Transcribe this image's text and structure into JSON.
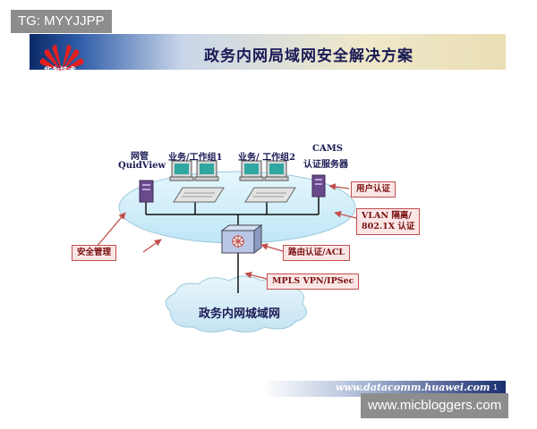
{
  "watermarks": {
    "top_left": "TG: MYYJJPP",
    "bottom_right": "www.micbloggers.com"
  },
  "slide": {
    "title": "政务内网局域网安全解决方案",
    "logo_text": "华为技术",
    "footer_url": "www.datacomm.huawei.com",
    "page_number": "1",
    "colors": {
      "header_dark": "#0a2a66",
      "lan_ellipse": "#cdeef9",
      "callout_border": "#c0504d",
      "callout_fill": "#fbe6e6"
    }
  },
  "diagram": {
    "nodes": {
      "mgmt_line1": "网管",
      "mgmt_line2": "QuidView",
      "workgroup1": "业务/工作组1",
      "workgroup2": "业务/ 工作组2",
      "cams_line1": "CAMS",
      "cams_line2": "认证服务器",
      "cloud": "政务内网城域网"
    },
    "callouts": {
      "user_auth": "用户认证",
      "vlan_line1": "VLAN 隔离/",
      "vlan_line2": "802.1X 认证",
      "routing_auth": "路由认证/ACL",
      "mpls": "MPLS VPN/IPSec",
      "security_mgmt": "安全管理"
    }
  }
}
